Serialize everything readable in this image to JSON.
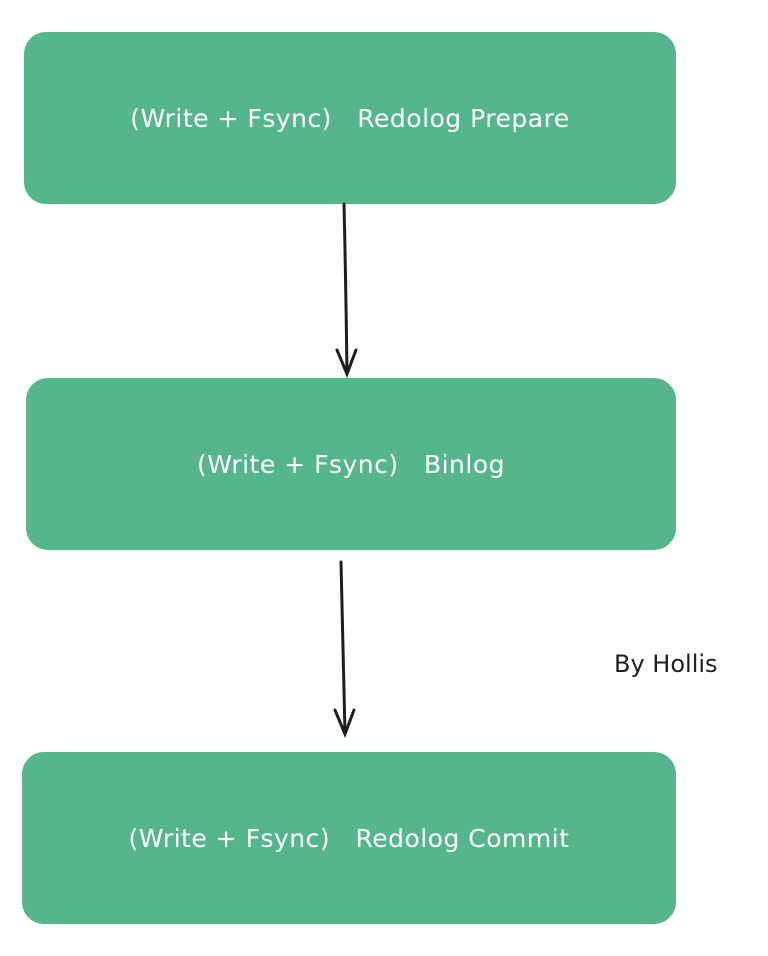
{
  "boxes": [
    {
      "label": "(Write + Fsync)   Redolog Prepare"
    },
    {
      "label": "(Write + Fsync)   Binlog"
    },
    {
      "label": "(Write + Fsync)   Redolog Commit"
    }
  ],
  "signature": "By Hollis",
  "colors": {
    "box_fill": "#55b58b",
    "arrow": "#1e1e1e",
    "text": "#ffffff"
  }
}
